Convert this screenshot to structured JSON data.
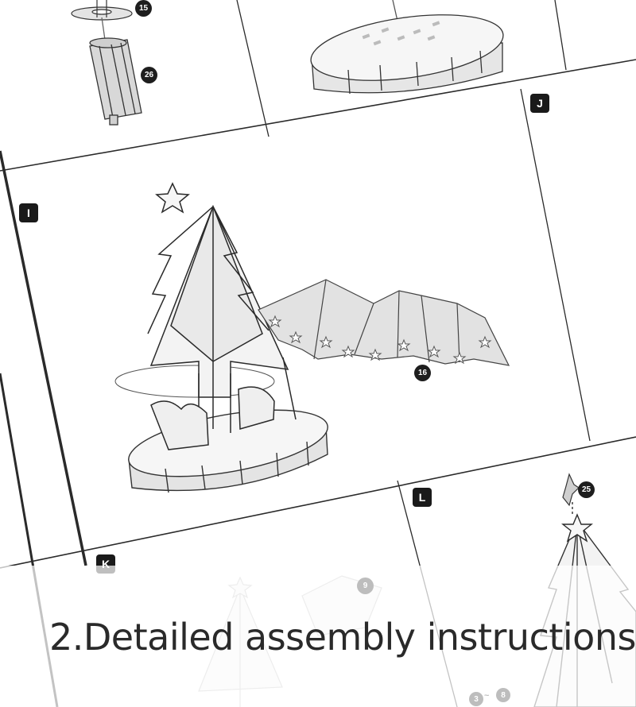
{
  "page": {
    "title": "2.Detailed assembly instructions"
  },
  "steps": {
    "I": "I",
    "J": "J",
    "K": "K",
    "L": "L"
  },
  "parts": {
    "p15": "15",
    "p26": "26",
    "p16": "16",
    "p25": "25",
    "p9": "9",
    "p3": "3",
    "p8": "8",
    "range_sep": "~"
  }
}
